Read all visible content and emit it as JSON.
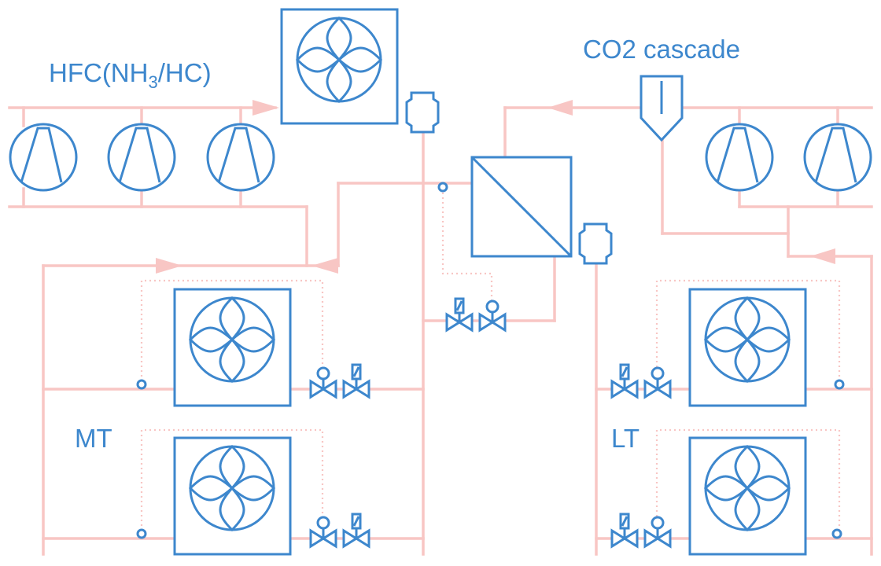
{
  "labels": {
    "hfc_prefix": "HFC(NH",
    "hfc_subscript": "3",
    "hfc_suffix": "/HC)",
    "co2": "CO2 cascade",
    "mt": "MT",
    "lt": "LT"
  },
  "colors": {
    "pipe": "#f8c6c4",
    "component": "#3d87cd",
    "background": "#ffffff"
  },
  "icons": [
    "compressor-icon",
    "fan-icon",
    "heat-exchanger-icon",
    "receiver-icon",
    "oil-separator-icon",
    "expansion-valve-icon",
    "solenoid-valve-icon",
    "sensor-icon",
    "flow-arrow-icon"
  ]
}
